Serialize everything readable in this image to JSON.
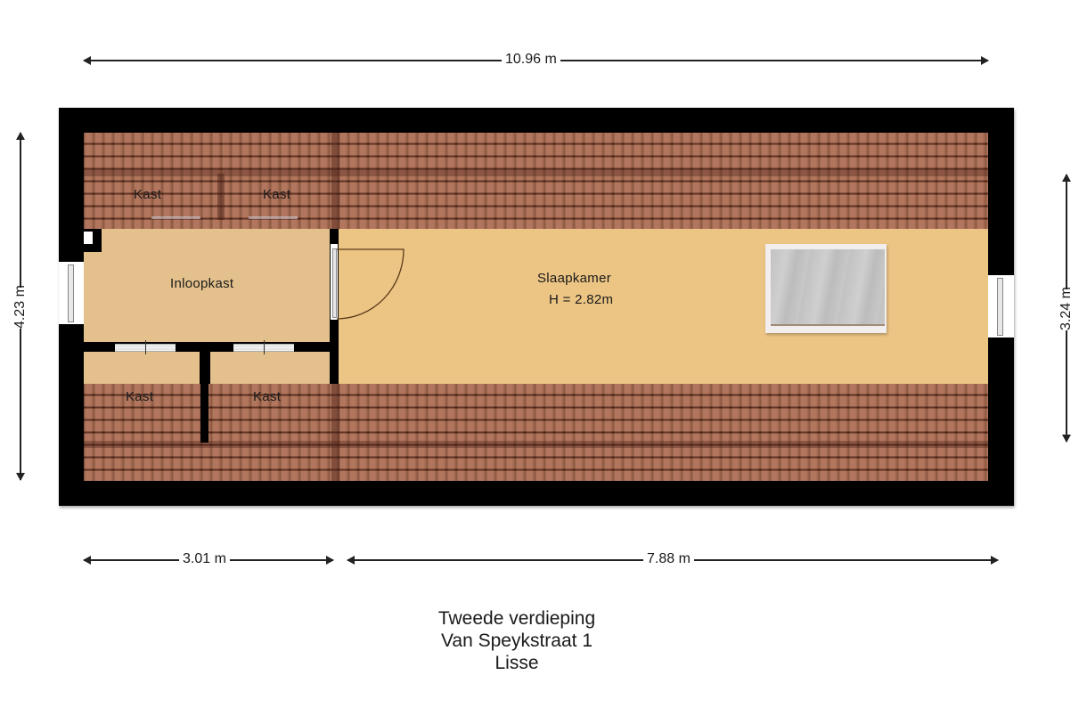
{
  "plan": {
    "floor_title": "Tweede verdieping",
    "address_line": "Van Speykstraat 1",
    "city": "Lisse"
  },
  "dimensions": {
    "total_width": "10.96 m",
    "total_depth": "4.23 m",
    "right_depth": "3.24 m",
    "left_segment": "3.01 m",
    "right_segment": "7.88 m"
  },
  "rooms": {
    "kast_top_left": "Kast",
    "kast_top_right": "Kast",
    "inloopkast": "Inloopkast",
    "slaapkamer": "Slaapkamer",
    "slaapkamer_height": "H = 2.82m",
    "kast_bottom_left": "Kast",
    "kast_bottom_right": "Kast"
  },
  "colors": {
    "wall": "#000000",
    "bedroom_floor": "#ecc584",
    "closet_floor": "#e3c08c",
    "roof_tile": "#a8664a"
  }
}
